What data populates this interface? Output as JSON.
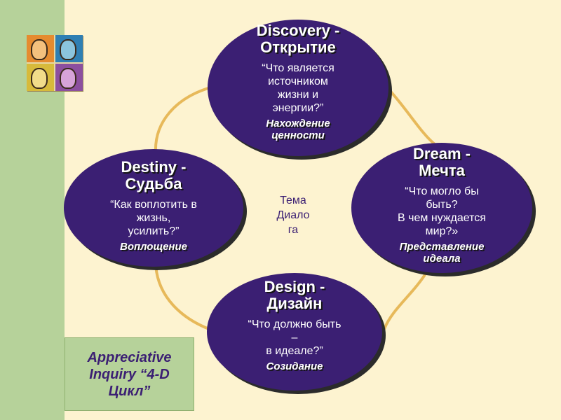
{
  "center_text": "Тема\nДиало\nга",
  "caption": "Appreciative\nInquiry “4-D\nЦикл”",
  "ellipses": {
    "discovery": {
      "title": "Discovery -\nОткрытие",
      "question": "“Что является\nисточником\nжизни и\nэнергии?”",
      "action": "Нахождение\nценности"
    },
    "dream": {
      "title": "Dream -\nМечта",
      "question": "“Что могло бы\nбыть?\nВ чем нуждается\nмир?»",
      "action": "Представление\nидеала"
    },
    "design": {
      "title": "Design -\nДизайн",
      "question": "“Что должно быть\n–\nв идеале?”",
      "action": "Созидание"
    },
    "destiny": {
      "title": "Destiny -\nСудьба",
      "question": "“Как воплотить в\nжизнь,\nусилить?”",
      "action": "Воплощение"
    }
  },
  "colors": {
    "ellipse_fill": "#3b1f73",
    "background": "#fdf3d0",
    "side_strip": "#b6d29a",
    "connector": "#e7b95a"
  },
  "logo": {
    "icon": "faces-collage-icon"
  }
}
